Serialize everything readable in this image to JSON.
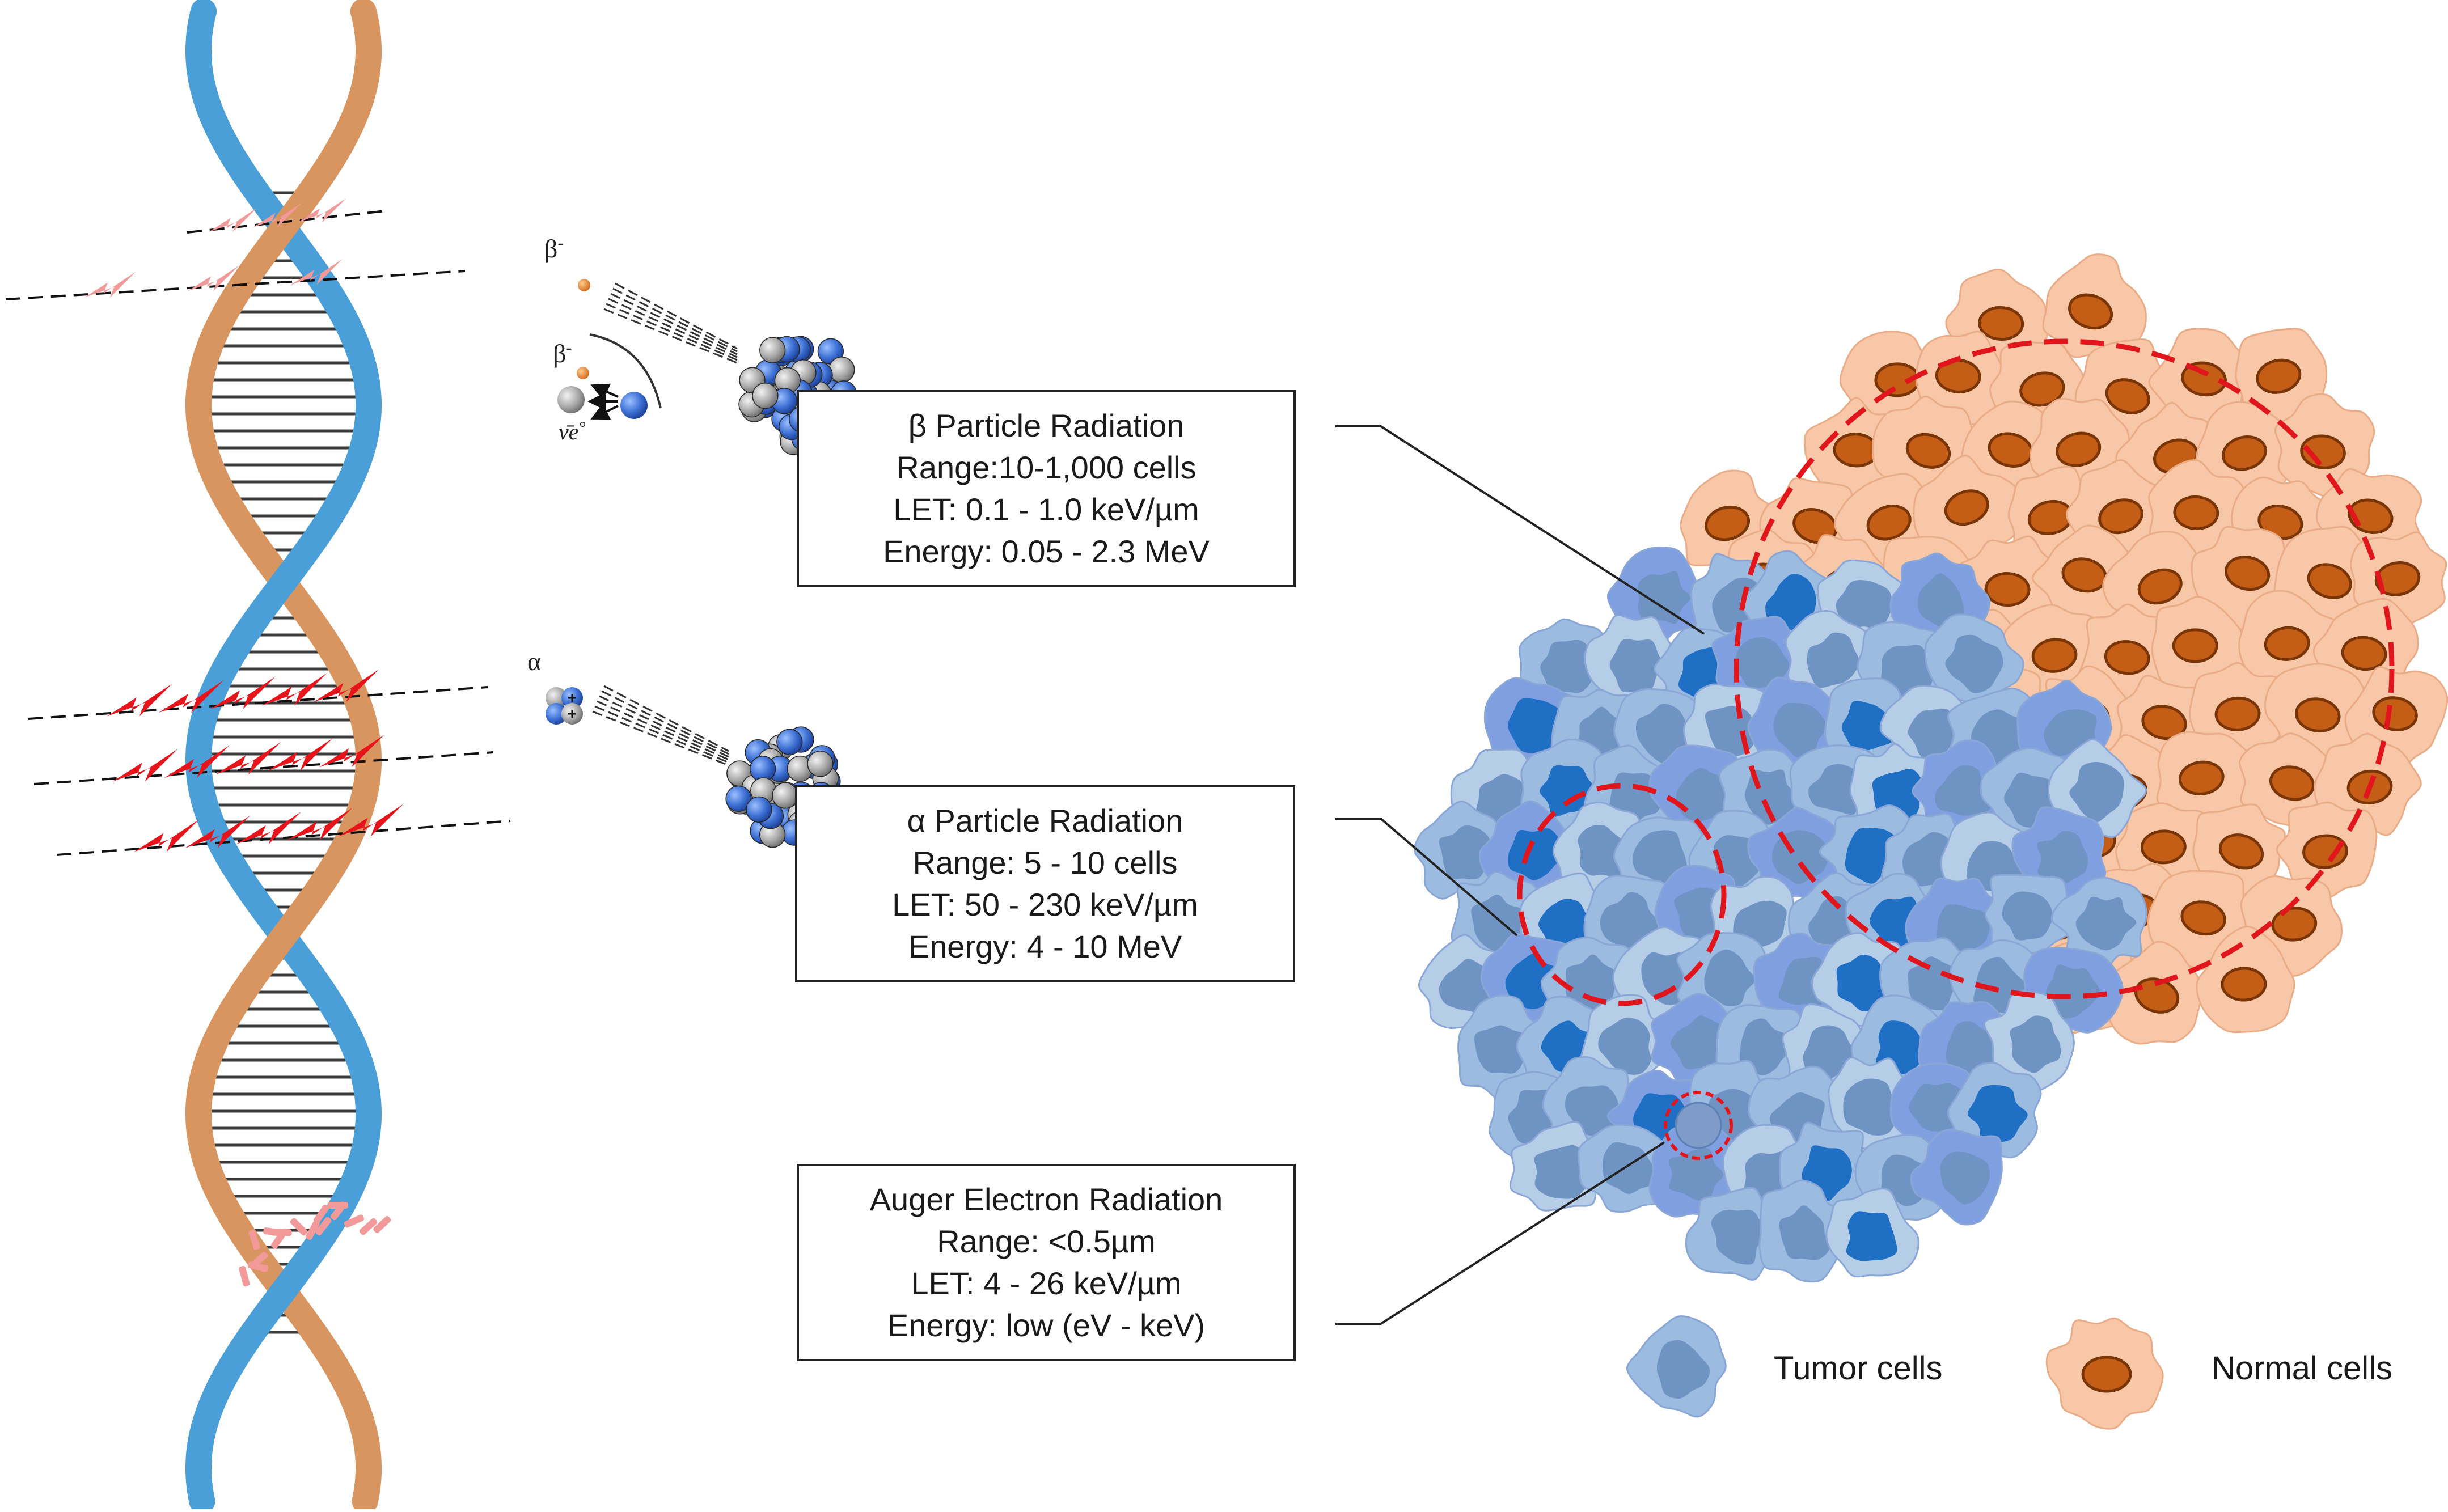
{
  "colors": {
    "dna_strand_blue": "#4a9fd8",
    "dna_strand_tan": "#d9955f",
    "damage_red": "#e8141c",
    "damage_pink": "#f29a9a",
    "tumor_fill": "#9bbbe0",
    "tumor_nucleus": "#6f93c3",
    "tumor_dark": "#1f6fc4",
    "normal_fill": "#f7c7a7",
    "normal_nucleus": "#c45e16",
    "range_circle": "#e0161c"
  },
  "particles": {
    "beta_symbol": "β",
    "beta_charge": "-",
    "neutrino_symbol": "ν̄e",
    "neutrino_charge": "°",
    "alpha_symbol": "α"
  },
  "boxes": {
    "beta": {
      "title": "β Particle Radiation",
      "range": "Range:10-1,000 cells",
      "let": "LET: 0.1 - 1.0 keV/µm",
      "energy": "Energy: 0.05 - 2.3 MeV"
    },
    "alpha": {
      "title": "α Particle Radiation",
      "range": "Range: 5 - 10 cells",
      "let": "LET: 50 - 230 keV/µm",
      "energy": "Energy: 4 - 10 MeV"
    },
    "auger": {
      "title": "Auger Electron Radiation",
      "range": "Range: <0.5µm",
      "let": "LET: 4 - 26 keV/µm",
      "energy": "Energy: low (eV - keV)"
    }
  },
  "legend": {
    "tumor_label": "Tumor cells",
    "normal_label": "Normal cells"
  }
}
